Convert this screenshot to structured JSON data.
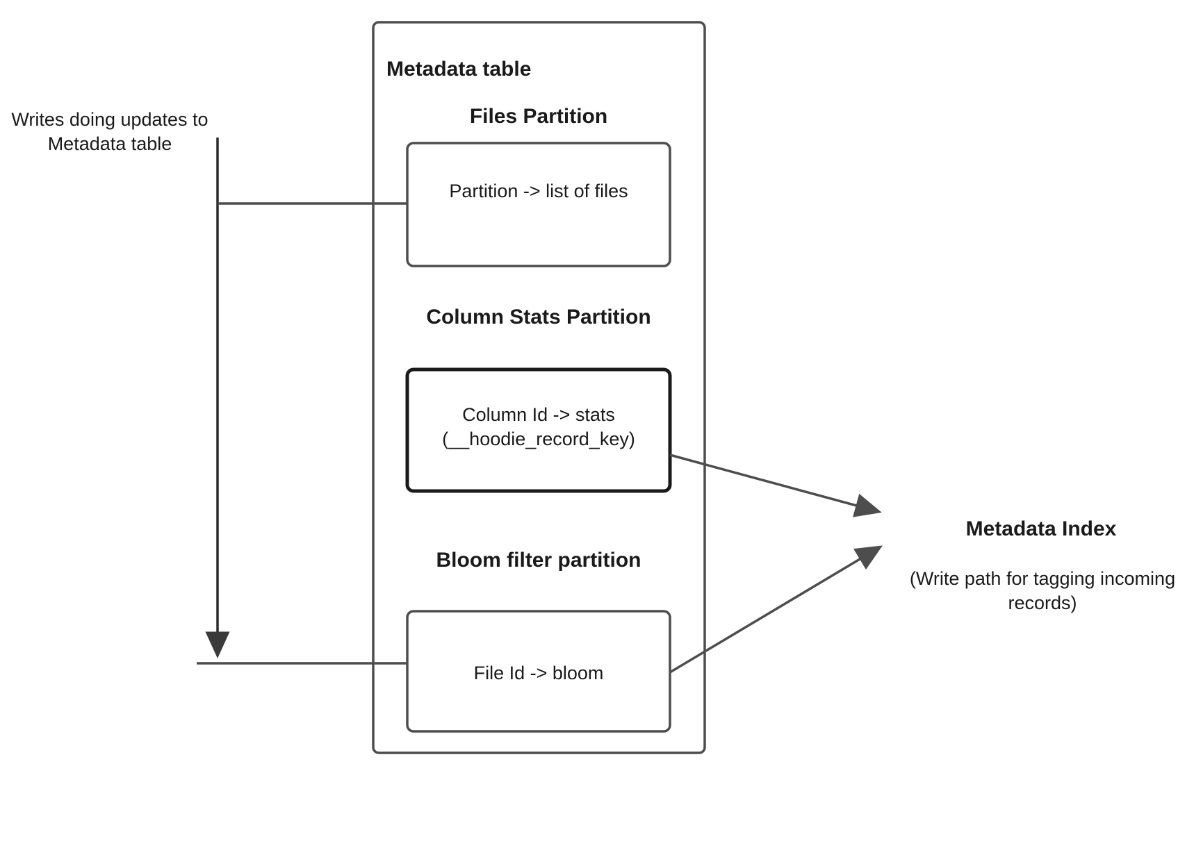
{
  "diagram": {
    "type": "architecture-flow",
    "background_color": "#ffffff",
    "line_color": "#4d4d4d",
    "emphasis_line_color": "#1a1a1a",
    "text_color": "#1a1a1a"
  },
  "left_annotation": {
    "label": "Writes doing updates to Metadata table"
  },
  "metadata_table": {
    "title": "Metadata table",
    "partitions": [
      {
        "heading": "Files Partition",
        "box_label": "Partition -> list of files",
        "emphasized": false
      },
      {
        "heading": "Column Stats Partition",
        "box_label": "Column Id  -> stats\n(__hoodie_record_key)",
        "emphasized": true
      },
      {
        "heading": "Bloom filter partition",
        "box_label": "File Id -> bloom",
        "emphasized": false
      }
    ]
  },
  "metadata_index": {
    "title": "Metadata Index",
    "note": "(Write path for tagging incoming records)"
  }
}
